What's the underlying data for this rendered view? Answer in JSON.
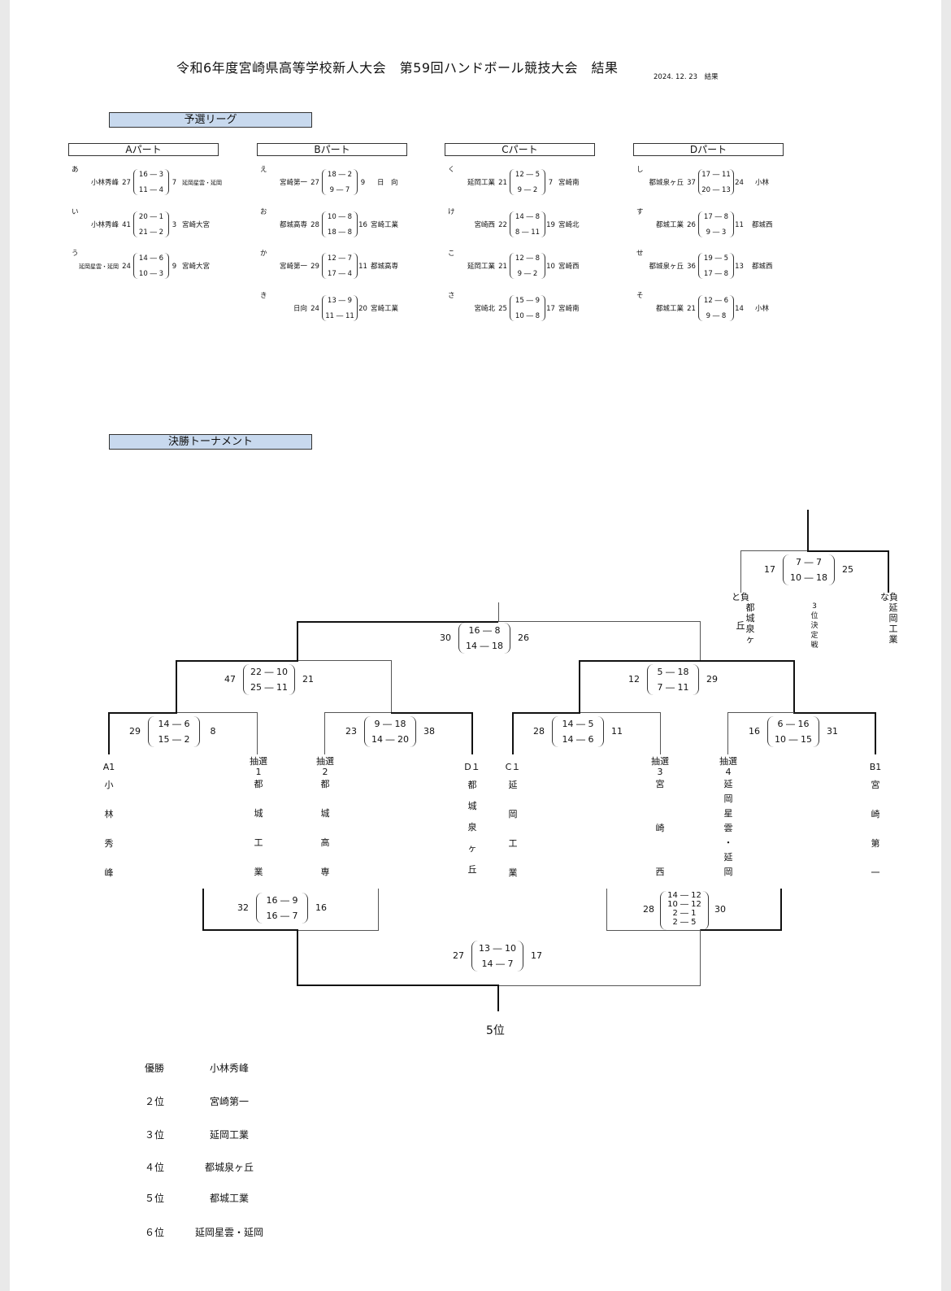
{
  "title": "令和6年度宮崎県高等学校新人大会　第59回ハンドボール競技大会　結果",
  "date": "2024. 12. 23　結果",
  "prelim_title": "予選リーグ",
  "final_title": "決勝トーナメント",
  "parts": [
    "Aパート",
    "Bパート",
    "Cパート",
    "Dパート"
  ],
  "prelim": [
    {
      "label": "あ",
      "t1": "小林秀峰",
      "s1": "27",
      "h1": "16 ― 3",
      "h2": "11 ― 4",
      "s2": "7",
      "t2": "延岡星雲・延岡"
    },
    {
      "label": "い",
      "t1": "小林秀峰",
      "s1": "41",
      "h1": "20 ― 1",
      "h2": "21 ― 2",
      "s2": "3",
      "t2": "宮崎大宮"
    },
    {
      "label": "う",
      "t1": "延岡星雲・延岡",
      "s1": "24",
      "h1": "14 ― 6",
      "h2": "10 ― 3",
      "s2": "9",
      "t2": "宮崎大宮"
    },
    {
      "label": "え",
      "t1": "宮崎第一",
      "s1": "27",
      "h1": "18 ― 2",
      "h2": "9 ― 7",
      "s2": "9",
      "t2": "日　向"
    },
    {
      "label": "お",
      "t1": "都城高専",
      "s1": "28",
      "h1": "10 ― 8",
      "h2": "18 ― 8",
      "s2": "16",
      "t2": "宮崎工業"
    },
    {
      "label": "か",
      "t1": "宮崎第一",
      "s1": "29",
      "h1": "12 ― 7",
      "h2": "17 ― 4",
      "s2": "11",
      "t2": "都城高専"
    },
    {
      "label": "き",
      "t1": "日向",
      "s1": "24",
      "h1": "13 ― 9",
      "h2": "11 ― 11",
      "s2": "20",
      "t2": "宮崎工業"
    },
    {
      "label": "く",
      "t1": "延岡工業",
      "s1": "21",
      "h1": "12 ― 5",
      "h2": "9 ― 2",
      "s2": "7",
      "t2": "宮崎南"
    },
    {
      "label": "け",
      "t1": "宮崎西",
      "s1": "22",
      "h1": "14 ― 8",
      "h2": "8 ― 11",
      "s2": "19",
      "t2": "宮崎北"
    },
    {
      "label": "こ",
      "t1": "延岡工業",
      "s1": "21",
      "h1": "12 ― 8",
      "h2": "9 ― 2",
      "s2": "10",
      "t2": "宮崎西"
    },
    {
      "label": "さ",
      "t1": "宮崎北",
      "s1": "25",
      "h1": "15 ― 9",
      "h2": "10 ― 8",
      "s2": "17",
      "t2": "宮崎南"
    },
    {
      "label": "し",
      "t1": "都城泉ヶ丘",
      "s1": "37",
      "h1": "17 ― 11",
      "h2": "20 ― 13",
      "s2": "24",
      "t2": "小林"
    },
    {
      "label": "す",
      "t1": "都城工業",
      "s1": "26",
      "h1": "17 ― 8",
      "h2": "9 ― 3",
      "s2": "11",
      "t2": "都城西"
    },
    {
      "label": "せ",
      "t1": "都城泉ヶ丘",
      "s1": "36",
      "h1": "19 ― 5",
      "h2": "17 ― 8",
      "s2": "13",
      "t2": "都城西"
    },
    {
      "label": "そ",
      "t1": "都城工業",
      "s1": "21",
      "h1": "12 ― 6",
      "h2": "9 ― 8",
      "s2": "14",
      "t2": "小林"
    }
  ],
  "bracket_scores": [
    {
      "a": "17",
      "h1": "7 ― 7",
      "h2": "10 ― 18",
      "b": "25"
    },
    {
      "a": "30",
      "h1": "16 ― 8",
      "h2": "14 ― 18",
      "b": "26"
    },
    {
      "a": "47",
      "h1": "22 ― 10",
      "h2": "25 ― 11",
      "b": "21"
    },
    {
      "a": "12",
      "h1": "5 ― 18",
      "h2": "7 ― 11",
      "b": "29"
    },
    {
      "a": "29",
      "h1": "14 ― 6",
      "h2": "15 ― 2",
      "b": "8"
    },
    {
      "a": "23",
      "h1": "9 ― 18",
      "h2": "14 ― 20",
      "b": "38"
    },
    {
      "a": "28",
      "h1": "14 ― 5",
      "h2": "14 ― 6",
      "b": "11"
    },
    {
      "a": "16",
      "h1": "6 ― 16",
      "h2": "10 ― 15",
      "b": "31"
    },
    {
      "a": "32",
      "h1": "16 ― 9",
      "h2": "16 ― 7",
      "b": "16"
    },
    {
      "a": "27",
      "h1": "13 ― 10",
      "h2": "14 ― 7",
      "b": "17"
    }
  ],
  "ot_score": {
    "a": "28",
    "l1": "14 ― 12",
    "l2": "10 ― 12",
    "l3": "2 ― 1",
    "l4": "2 ― 5",
    "b": "30"
  },
  "teams_bottom": [
    {
      "seed": "A1",
      "chars": [
        "小",
        "林",
        "秀",
        "峰"
      ]
    },
    {
      "seed": "抽選 1",
      "chars": [
        "都",
        "城",
        "工",
        "業"
      ]
    },
    {
      "seed": "抽選 2",
      "chars": [
        "都",
        "城",
        "高",
        "専"
      ]
    },
    {
      "seed": "D１",
      "chars": [
        "都",
        "城",
        "泉",
        "ヶ",
        "丘"
      ]
    },
    {
      "seed": "C１",
      "chars": [
        "延",
        "岡",
        "工",
        "業"
      ]
    },
    {
      "seed": "抽選 3",
      "chars": [
        "宮",
        "崎",
        "西"
      ]
    },
    {
      "seed": "抽選 4",
      "chars": [
        "延",
        "岡",
        "星",
        "雲",
        "・",
        "延",
        "岡"
      ]
    },
    {
      "seed": "B1",
      "chars": [
        "宮",
        "崎",
        "第",
        "一"
      ]
    }
  ],
  "third_place": {
    "left_top": "と負",
    "left_chars": [
      "都",
      "城",
      "泉",
      "ヶ"
    ],
    "left_extra": "丘",
    "center": [
      "3",
      "位",
      "決",
      "定",
      "戦"
    ],
    "right_top": "な負",
    "right_chars": [
      "延",
      "岡",
      "工",
      "業"
    ]
  },
  "fifth_label": "5位",
  "rankings": [
    {
      "rank": "優勝",
      "team": "小林秀峰"
    },
    {
      "rank": "２位",
      "team": "宮崎第一"
    },
    {
      "rank": "３位",
      "team": "延岡工業"
    },
    {
      "rank": "４位",
      "team": "都城泉ヶ丘"
    },
    {
      "rank": "５位",
      "team": "都城工業"
    },
    {
      "rank": "６位",
      "team": "延岡星雲・延岡"
    }
  ]
}
